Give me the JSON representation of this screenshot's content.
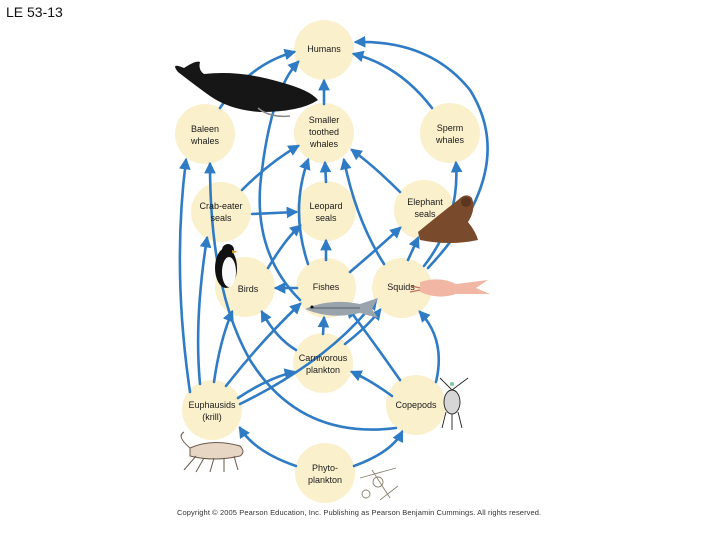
{
  "slide_label": "LE 53-13",
  "colors": {
    "node_fill": "#fbf0cc",
    "arrow": "#2f7bc4",
    "text": "#1a1a1a"
  },
  "nodes": {
    "humans": "Humans",
    "baleen_whales": "Baleen whales",
    "smaller_toothed_whales": "Smaller toothed whales",
    "sperm_whales": "Sperm whales",
    "crab_eater_seals": "Crab-eater seals",
    "leopard_seals": "Leopard seals",
    "elephant_seals": "Elephant seals",
    "birds": "Birds",
    "fishes": "Fishes",
    "squids": "Squids",
    "carnivorous_plankton": "Carnivorous plankton",
    "euphausids": "Euphausids (krill)",
    "copepods": "Copepods",
    "phytoplankton": "Phyto- plankton"
  },
  "illustrations": [
    "whale-image",
    "penguin-image",
    "elephant-seal-image",
    "squid-image",
    "fish-image",
    "krill-image",
    "copepod-image",
    "phytoplankton-image"
  ],
  "copyright": "Copyright © 2005 Pearson Education, Inc. Publishing as Pearson Benjamin Cummings. All rights reserved."
}
